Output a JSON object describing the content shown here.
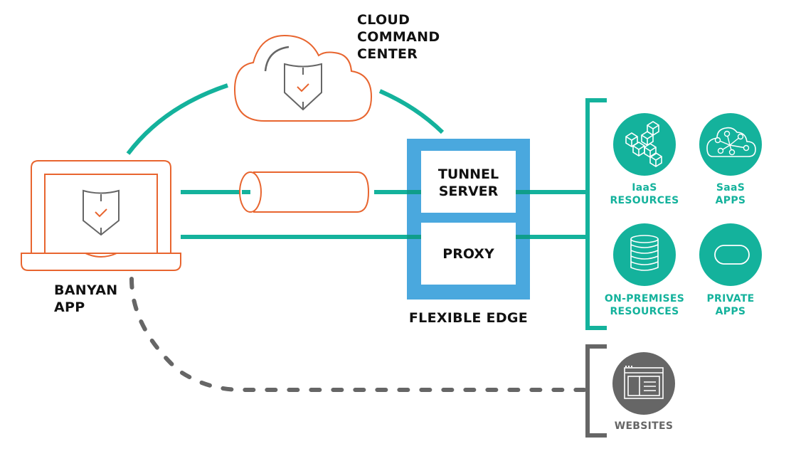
{
  "colors": {
    "teal": "#14b29c",
    "orange": "#e8652f",
    "grey": "#666666",
    "blue": "#4aa8de",
    "text": "#111111"
  },
  "nodes": {
    "cloud_command_center": {
      "label_line1": "CLOUD",
      "label_line2": "COMMAND",
      "label_line3": "CENTER",
      "icon": "shield-check-icon"
    },
    "banyan_app": {
      "label_line1": "BANYAN",
      "label_line2": "APP",
      "icon": "laptop-shield-icon"
    },
    "tunnel": {
      "icon": "tunnel-cylinder-icon"
    },
    "flexible_edge": {
      "label": "FLEXIBLE EDGE",
      "tunnel_server": {
        "line1": "TUNNEL",
        "line2": "SERVER"
      },
      "proxy": {
        "label": "PROXY"
      }
    },
    "resources": [
      {
        "line1": "IaaS",
        "line2": "RESOURCES",
        "icon": "cubes-icon"
      },
      {
        "line1": "SaaS",
        "line2": "APPS",
        "icon": "cloud-network-icon"
      },
      {
        "line1": "ON-PREMISES",
        "line2": "RESOURCES",
        "icon": "database-icon"
      },
      {
        "line1": "PRIVATE",
        "line2": "APPS",
        "icon": "pill-app-icon"
      }
    ],
    "websites": {
      "label": "WEBSITES",
      "icon": "browser-window-icon"
    }
  },
  "connections": [
    {
      "from": "banyan_app",
      "to": "cloud_command_center",
      "style": "solid"
    },
    {
      "from": "cloud_command_center",
      "to": "flexible_edge",
      "style": "solid"
    },
    {
      "from": "banyan_app",
      "to": "tunnel_server",
      "style": "solid",
      "via": "tunnel"
    },
    {
      "from": "banyan_app",
      "to": "proxy",
      "style": "solid"
    },
    {
      "from": "tunnel_server",
      "to": "resources",
      "style": "solid"
    },
    {
      "from": "proxy",
      "to": "resources",
      "style": "solid"
    },
    {
      "from": "banyan_app",
      "to": "websites",
      "style": "dashed"
    }
  ]
}
